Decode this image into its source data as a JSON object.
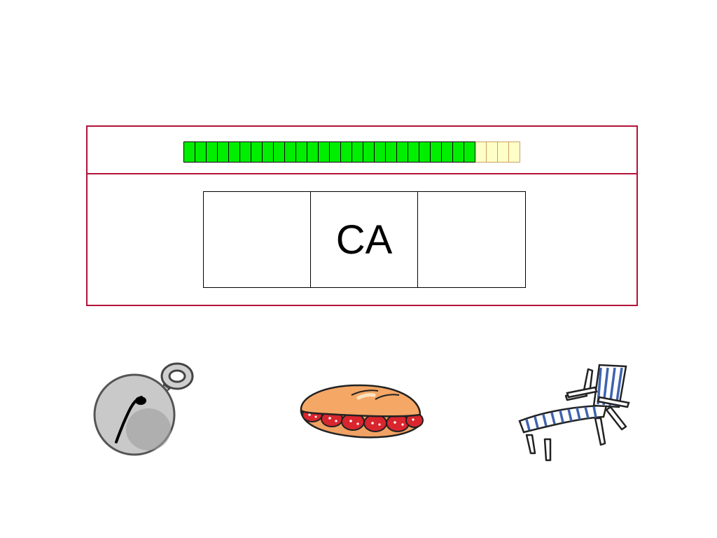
{
  "progress": {
    "completed": 26,
    "total": 30,
    "colors": {
      "done": "#00ee00",
      "todo": "#ffffc8",
      "frame": "#b3123a"
    }
  },
  "syllables": [
    "",
    "CA",
    ""
  ],
  "choices": [
    {
      "name": "jingle-bell",
      "icon": "bell-icon"
    },
    {
      "name": "sandwich",
      "icon": "sandwich-icon"
    },
    {
      "name": "deck-chair",
      "icon": "deck-chair-icon"
    }
  ]
}
